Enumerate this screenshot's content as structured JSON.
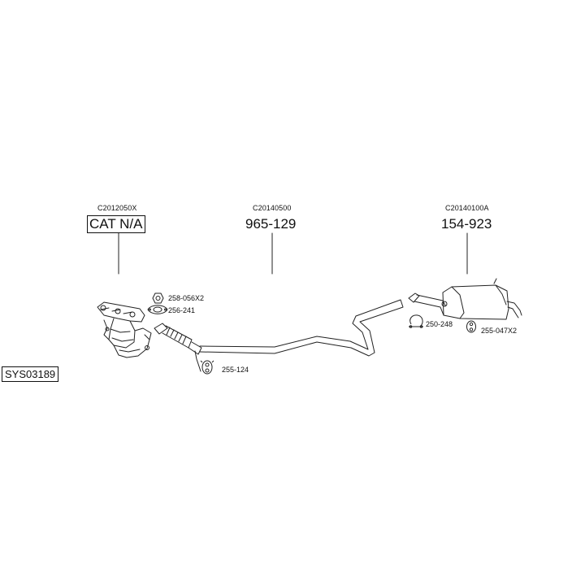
{
  "diagram": {
    "system_code": "SYS03189",
    "assemblies": [
      {
        "ref": "C2012050X",
        "part": "CAT N/A"
      },
      {
        "ref": "C20140500",
        "part": "965-129"
      },
      {
        "ref": "C20140100A",
        "part": "154-923"
      }
    ],
    "accessories": [
      {
        "part": "258-056X2",
        "icon": "nut-icon"
      },
      {
        "part": "256-241",
        "icon": "gasket-icon"
      },
      {
        "part": "255-124",
        "icon": "rubber-mount-icon"
      },
      {
        "part": "250-248",
        "icon": "pipe-clamp-icon"
      },
      {
        "part": "255-047X2",
        "icon": "rubber-ring-icon"
      }
    ]
  }
}
